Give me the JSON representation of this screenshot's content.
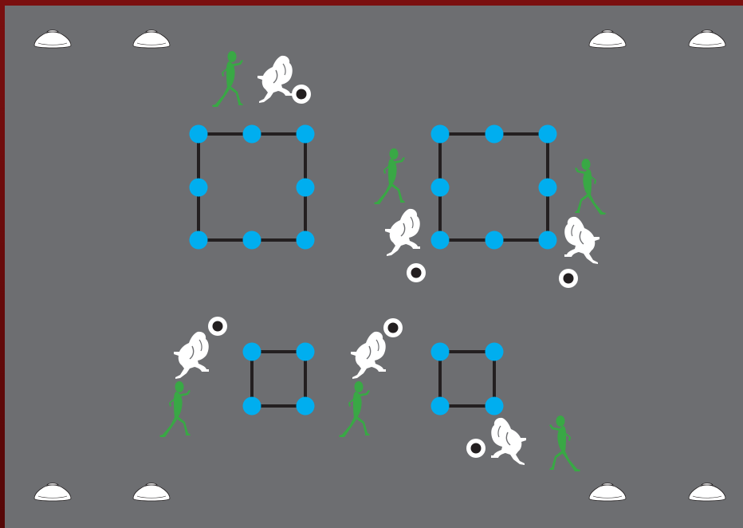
{
  "colors": {
    "frame": "#6b0a0a",
    "field": "#6d6e71",
    "grid_line": "#231f20",
    "dot": "#00aeef",
    "attacker": "#39a845",
    "defender": "#ffffff",
    "ball_ring": "#ffffff",
    "ball_core": "#231f20",
    "cone": "#ffffff"
  },
  "icons": {
    "cone": "training-cone-icon",
    "attacker": "running-player-icon",
    "defender": "defending-player-icon",
    "ball": "ball-icon",
    "grid_dot": "dot-marker-icon"
  },
  "cone_count": 8,
  "grids": [
    {
      "name": "large-square-left",
      "size": "3x3"
    },
    {
      "name": "large-square-right",
      "size": "3x3"
    },
    {
      "name": "small-square-left",
      "size": "2x2"
    },
    {
      "name": "small-square-right",
      "size": "2x2"
    }
  ],
  "attacker_count": 6,
  "defender_count": 6,
  "ball_count": 6
}
